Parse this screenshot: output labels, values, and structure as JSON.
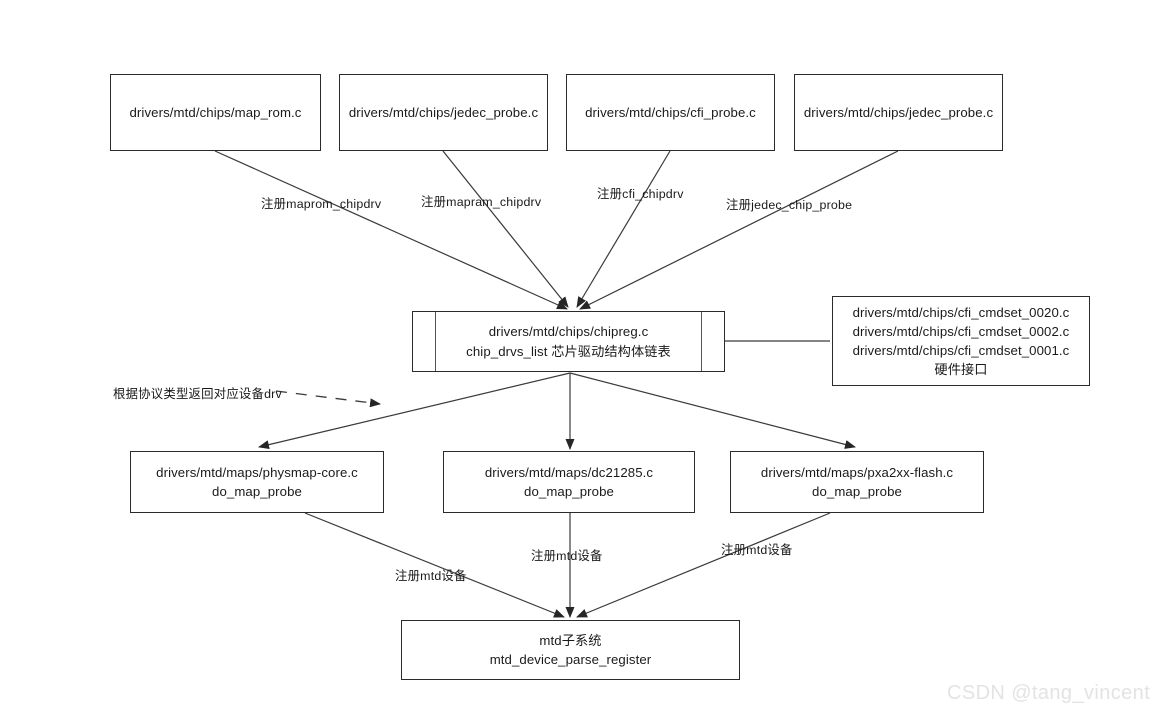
{
  "diagram": {
    "title": "Linux MTD chip driver registration flow",
    "background": "#ffffff",
    "line_color": "#2b2b2b",
    "top_nodes": [
      {
        "id": "map-rom",
        "lines": [
          "drivers/mtd/chips/map_rom.c"
        ]
      },
      {
        "id": "jedec-probe-1",
        "lines": [
          "drivers/mtd/chips/jedec_probe.c"
        ]
      },
      {
        "id": "cfi-probe",
        "lines": [
          "drivers/mtd/chips/cfi_probe.c"
        ]
      },
      {
        "id": "jedec-probe-2",
        "lines": [
          "drivers/mtd/chips/jedec_probe.c"
        ]
      }
    ],
    "center_node": {
      "id": "chipreg",
      "lines": [
        "drivers/mtd/chips/chipreg.c",
        "chip_drvs_list 芯片驱动结构体链表"
      ]
    },
    "right_node": {
      "id": "cfi-cmdset",
      "lines": [
        "drivers/mtd/chips/cfi_cmdset_0020.c",
        "drivers/mtd/chips/cfi_cmdset_0002.c",
        "drivers/mtd/chips/cfi_cmdset_0001.c",
        "硬件接口"
      ]
    },
    "map_nodes": [
      {
        "id": "physmap-core",
        "lines": [
          "drivers/mtd/maps/physmap-core.c",
          "do_map_probe"
        ]
      },
      {
        "id": "dc21285",
        "lines": [
          "drivers/mtd/maps/dc21285.c",
          "do_map_probe"
        ]
      },
      {
        "id": "pxa2xx-flash",
        "lines": [
          "drivers/mtd/maps/pxa2xx-flash.c",
          "do_map_probe"
        ]
      }
    ],
    "bottom_node": {
      "id": "mtd-subsystem",
      "lines": [
        "mtd子系统",
        "mtd_device_parse_register"
      ]
    },
    "edge_labels": [
      {
        "id": "label-maprom",
        "text": "注册maprom_chipdrv"
      },
      {
        "id": "label-mapram",
        "text": "注册mapram_chipdrv"
      },
      {
        "id": "label-cfi",
        "text": "注册cfi_chipdrv"
      },
      {
        "id": "label-jedec",
        "text": "注册jedec_chip_probe"
      },
      {
        "id": "label-return-drv",
        "text": "根据协议类型返回对应设备drv"
      },
      {
        "id": "label-register-mtd-1",
        "text": "注册mtd设备"
      },
      {
        "id": "label-register-mtd-2",
        "text": "注册mtd设备"
      },
      {
        "id": "label-register-mtd-3",
        "text": "注册mtd设备"
      }
    ],
    "watermark": {
      "text": "CSDN @tang_vincent",
      "color": "#e3e3e3"
    }
  }
}
